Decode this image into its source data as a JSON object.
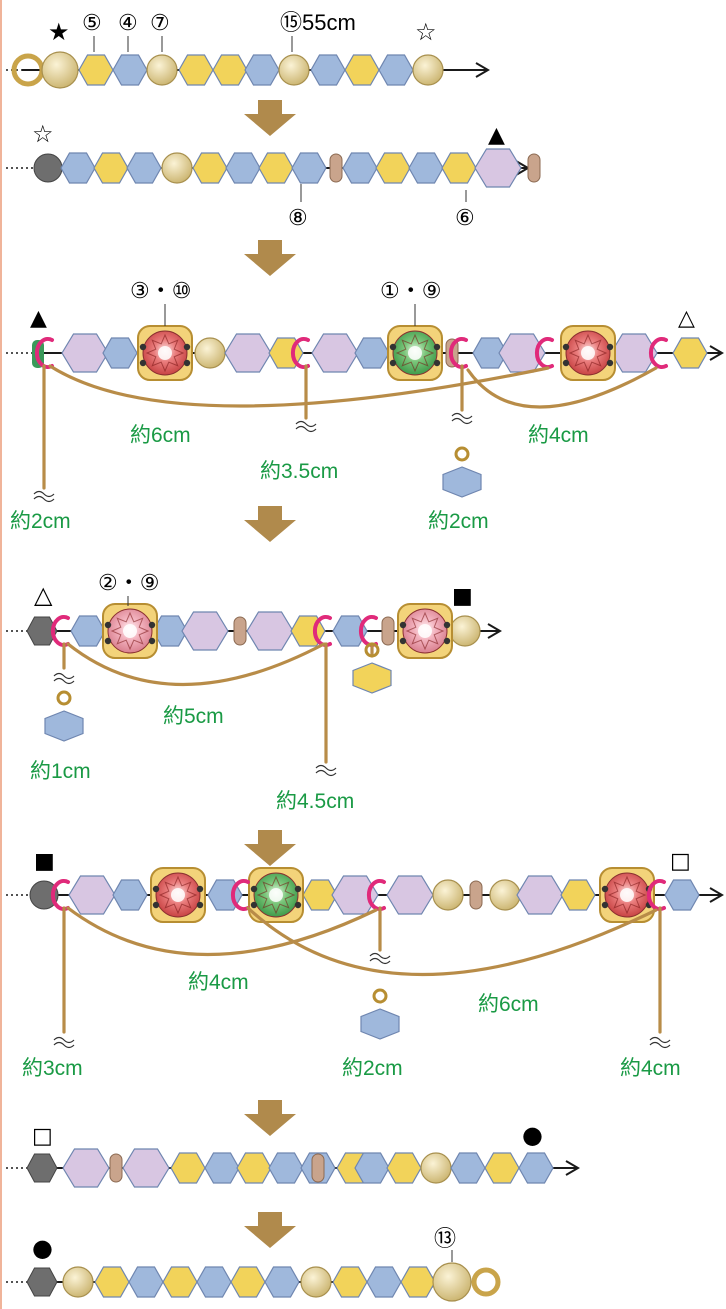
{
  "colors": {
    "wire": "#1a1a1a",
    "cord": "#b88c48",
    "ring": "#e02a7a",
    "arrow": "#b08a4c",
    "measure_text": "#1a9a45",
    "bead_blue": "#9fb8dc",
    "bead_yellow": "#f2d35a",
    "bead_purple": "#d8c6e2",
    "bead_pearl": "#e4d4a0",
    "bead_gray": "#6e6e6e",
    "bead_brown": "#c9a48c",
    "stone_red": "#e56b6b",
    "stone_green": "#64b36a",
    "stone_pink": "#f1a6b4"
  },
  "steps": [
    {
      "symbols": {
        "start": "★",
        "end": "☆"
      },
      "labels": [
        "⑤",
        "④",
        "⑦",
        "⑮55cm"
      ],
      "measures": []
    },
    {
      "symbols": {
        "start": "☆",
        "end": "▲"
      },
      "labels": [
        "⑧",
        "⑥"
      ],
      "measures": []
    },
    {
      "symbols": {
        "start": "▲",
        "end": "△"
      },
      "labels": [
        "③・⑩",
        "①・⑨"
      ],
      "measures": [
        "約6cm",
        "約3.5cm",
        "約4cm",
        "約2cm",
        "約2cm"
      ]
    },
    {
      "symbols": {
        "start": "△",
        "end": "■"
      },
      "labels": [
        "②・⑨"
      ],
      "measures": [
        "約5cm",
        "約1cm",
        "約4.5cm"
      ]
    },
    {
      "symbols": {
        "start": "■",
        "end": "□"
      },
      "labels": [],
      "measures": [
        "約4cm",
        "約6cm",
        "約3cm",
        "約2cm",
        "約4cm"
      ]
    },
    {
      "symbols": {
        "start": "□",
        "end": "●"
      },
      "labels": [],
      "measures": []
    },
    {
      "symbols": {
        "start": "●"
      },
      "labels": [
        "⑬"
      ],
      "measures": []
    }
  ]
}
